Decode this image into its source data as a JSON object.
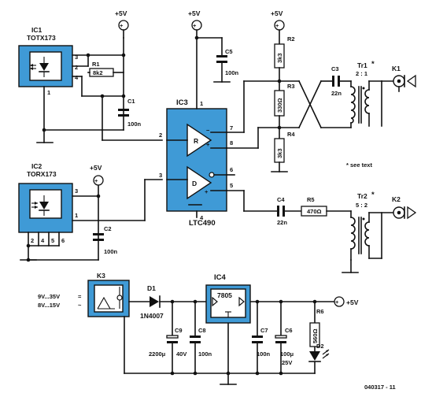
{
  "supply": "+5V",
  "ic1": {
    "ref": "IC1",
    "part": "TOTX173",
    "pins": [
      "3",
      "2",
      "4",
      "1"
    ]
  },
  "ic2": {
    "ref": "IC2",
    "part": "TORX173",
    "pins": [
      "3",
      "1",
      "2",
      "4",
      "5",
      "6"
    ]
  },
  "ic3": {
    "ref": "IC3",
    "part": "LTC490",
    "pins": [
      "1",
      "2",
      "3",
      "4",
      "5",
      "6",
      "7",
      "8"
    ],
    "gate_r": "R",
    "gate_d": "D"
  },
  "ic4": {
    "ref": "IC4",
    "part": "7805"
  },
  "k1": "K1",
  "k2": "K2",
  "k3": "K3",
  "r1": {
    "ref": "R1",
    "value": "8k2"
  },
  "r2": {
    "ref": "R2",
    "value": "3k3"
  },
  "r3": {
    "ref": "R3",
    "value": "330Ω"
  },
  "r4": {
    "ref": "R4",
    "value": "3k3"
  },
  "r5": {
    "ref": "R5",
    "value": "470Ω"
  },
  "r6": {
    "ref": "R6",
    "value": "560Ω"
  },
  "c1": {
    "ref": "C1",
    "value": "100n"
  },
  "c2": {
    "ref": "C2",
    "value": "100n"
  },
  "c3": {
    "ref": "C3",
    "value": "22n"
  },
  "c4": {
    "ref": "C4",
    "value": "22n"
  },
  "c5": {
    "ref": "C5",
    "value": "100n"
  },
  "c6": {
    "ref": "C6",
    "value": "100μ",
    "rating": "25V"
  },
  "c7": {
    "ref": "C7",
    "value": "100n"
  },
  "c8": {
    "ref": "C8",
    "value": "100n"
  },
  "c9": {
    "ref": "C9",
    "value": "2200μ",
    "rating": "40V"
  },
  "d1": {
    "ref": "D1",
    "part": "1N4007"
  },
  "d2": {
    "ref": "D2"
  },
  "tr1": {
    "ref": "Tr1",
    "star": "*",
    "ratio": "2 : 1"
  },
  "tr2": {
    "ref": "Tr2",
    "star": "*",
    "ratio": "5 : 2"
  },
  "input_dc": "9V...35V",
  "input_ac": "8V...15V",
  "note": "* see text",
  "code": "040317 - 11"
}
